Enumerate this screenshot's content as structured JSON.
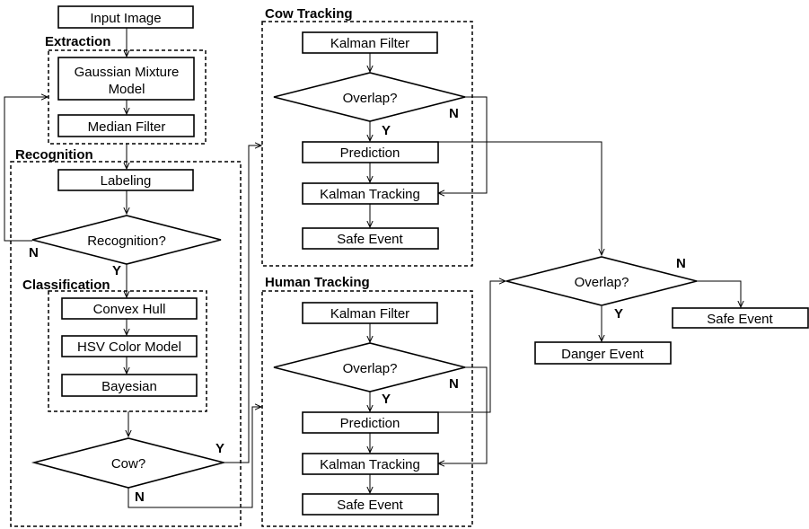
{
  "groups": {
    "extraction": "Extraction",
    "recognition": "Recognition",
    "classification": "Classification",
    "cow_tracking": "Cow Tracking",
    "human_tracking": "Human Tracking"
  },
  "nodes": {
    "input_image": "Input Image",
    "gmm_line1": "Gaussian  Mixture",
    "gmm_line2": "Model",
    "median_filter": "Median Filter",
    "labeling": "Labeling",
    "recognition_decision": "Recognition?",
    "convex_hull": "Convex Hull",
    "hsv_color_model": "HSV Color Model",
    "bayesian": "Bayesian",
    "cow_decision": "Cow?",
    "cow_kalman_filter": "Kalman Filter",
    "cow_overlap": "Overlap?",
    "cow_prediction": "Prediction",
    "cow_kalman_tracking": "Kalman  Tracking",
    "cow_safe_event": "Safe Event",
    "human_kalman_filter": "Kalman Filter",
    "human_overlap": "Overlap?",
    "human_prediction": "Prediction",
    "human_kalman_tracking": "Kalman  Tracking",
    "human_safe_event": "Safe Event",
    "final_overlap": "Overlap?",
    "final_safe_event": "Safe Event",
    "danger_event": "Danger Event"
  },
  "labels": {
    "yes": "Y",
    "no": "N"
  }
}
